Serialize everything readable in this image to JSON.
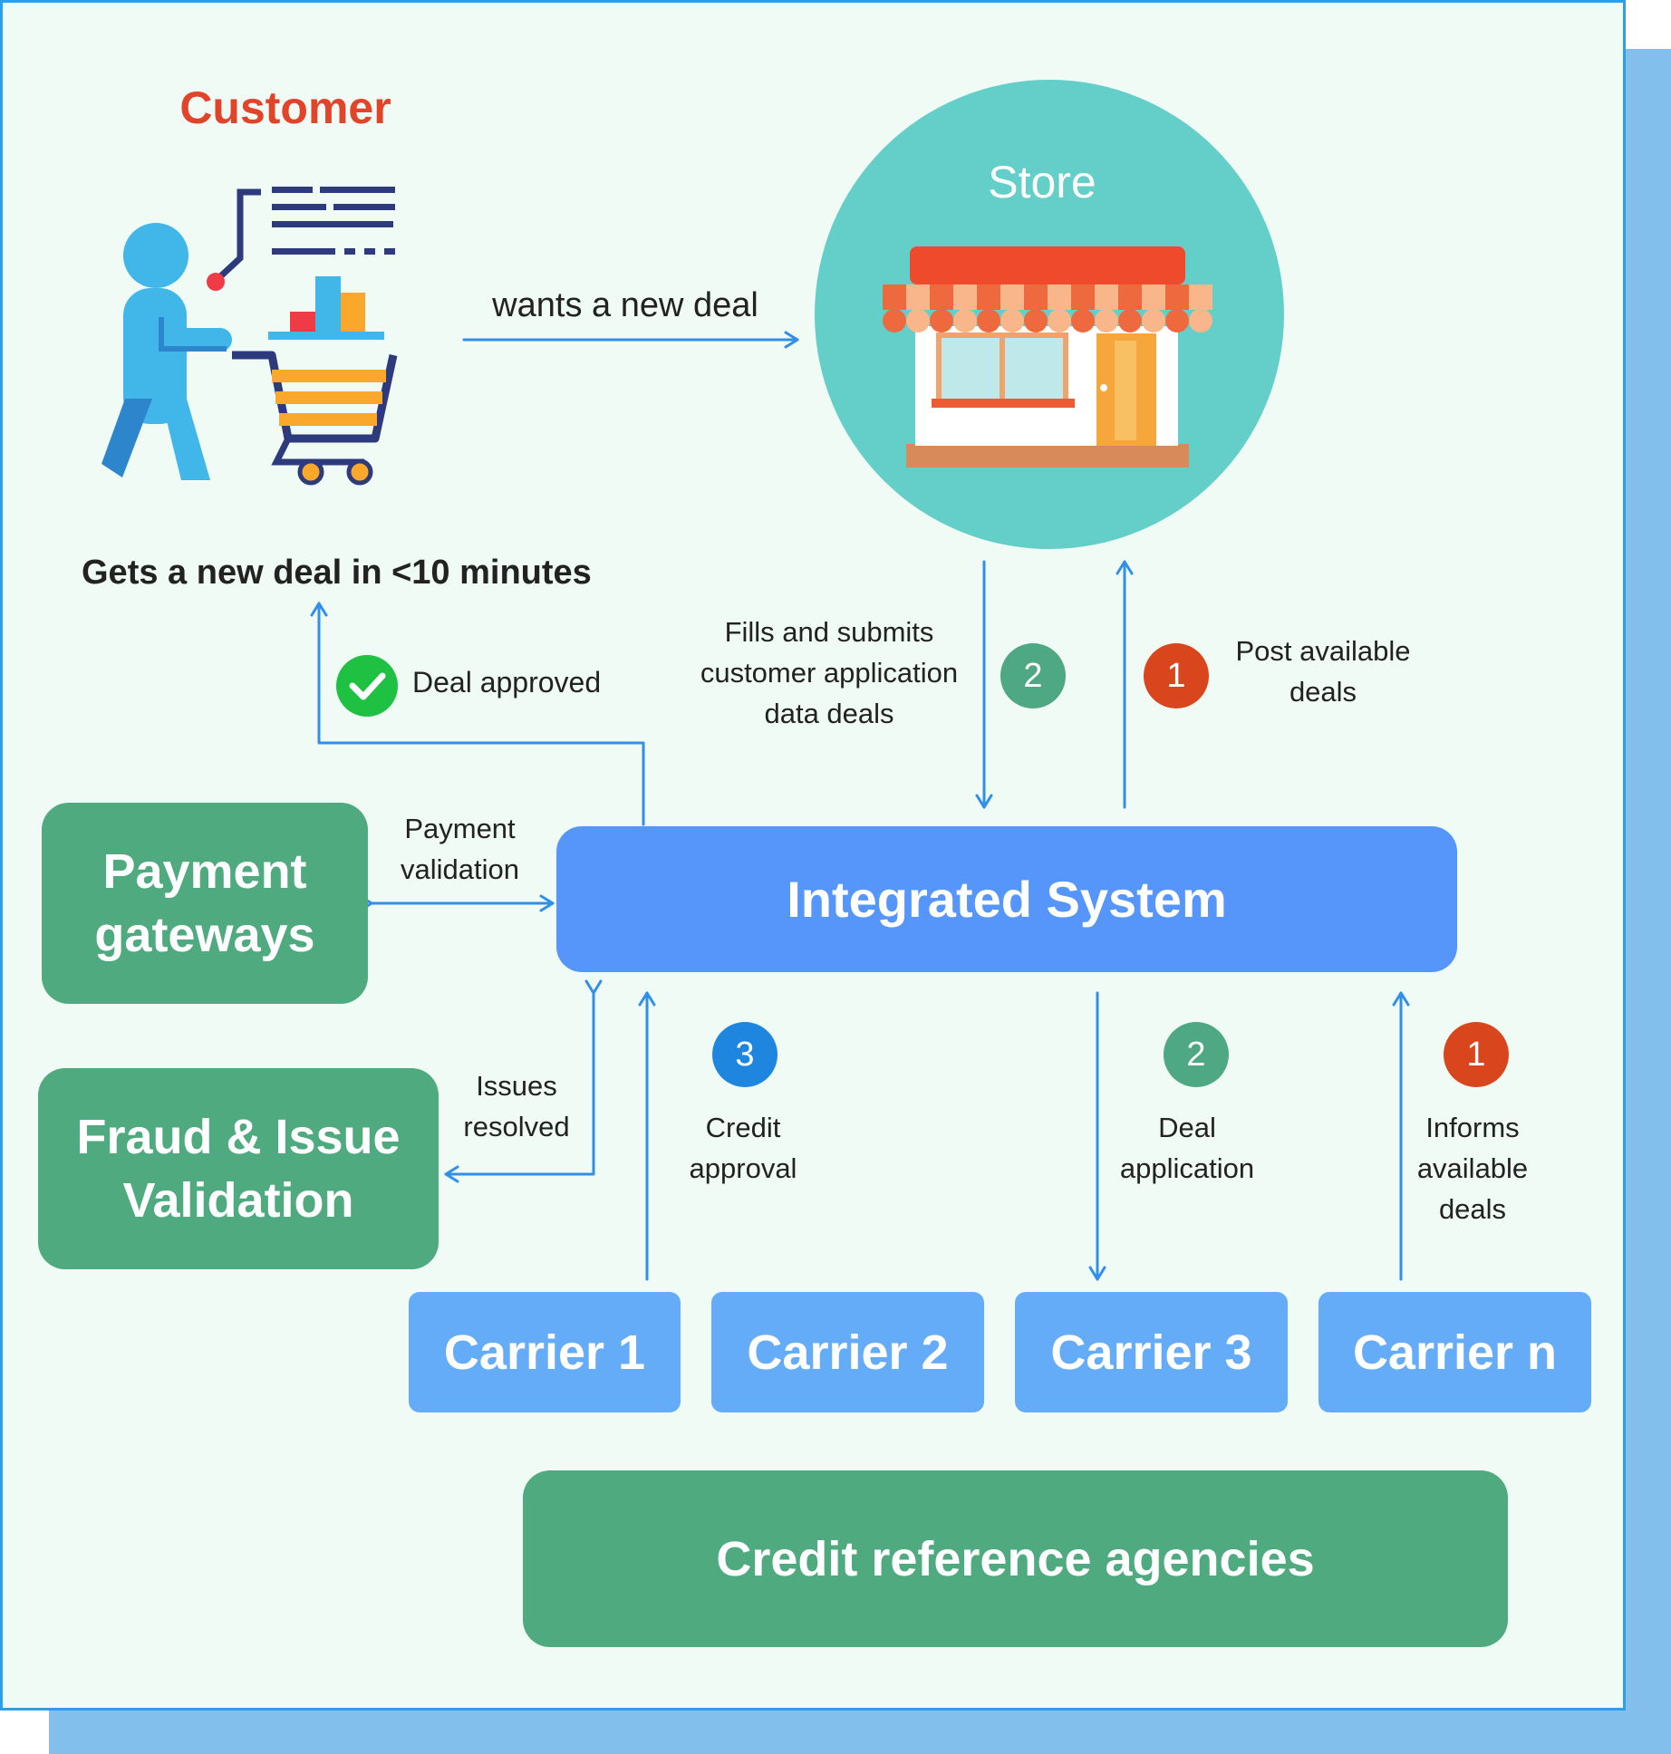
{
  "customer": {
    "title": "Customer",
    "result": "Gets a new deal in <10 minutes"
  },
  "store": {
    "title": "Store"
  },
  "labels": {
    "wants_deal": "wants a new deal",
    "deal_approved": "Deal approved",
    "fills_submits": "Fills and submits customer application data deals",
    "post_deals": "Post available deals",
    "payment_validation": "Payment validation",
    "issues_resolved": "Issues resolved",
    "credit_approval": "Credit approval",
    "deal_application": "Deal application",
    "informs_deals": "Informs available deals"
  },
  "badges": {
    "submit": "2",
    "post": "1",
    "credit": "3",
    "deal_app": "2",
    "informs": "1"
  },
  "nodes": {
    "payment": "Payment gateways",
    "fraud": "Fraud & Issue Validation",
    "integrated": "Integrated System",
    "carrier1": "Carrier 1",
    "carrier2": "Carrier 2",
    "carrier3": "Carrier 3",
    "carriern": "Carrier n",
    "credit_agencies": "Credit reference agencies"
  },
  "colors": {
    "arrow": "#2f8fea",
    "green_box": "#4faa80",
    "integrated": "#5696fb",
    "carrier": "#64acf7",
    "badge_green": "#4ea883",
    "badge_orange": "#d9461e",
    "badge_blue": "#1f86e0",
    "customer_title": "#e2442a",
    "store_circle": "#63cfc8"
  },
  "icons": [
    "customer-shopping-icon",
    "store-icon",
    "check-icon"
  ]
}
